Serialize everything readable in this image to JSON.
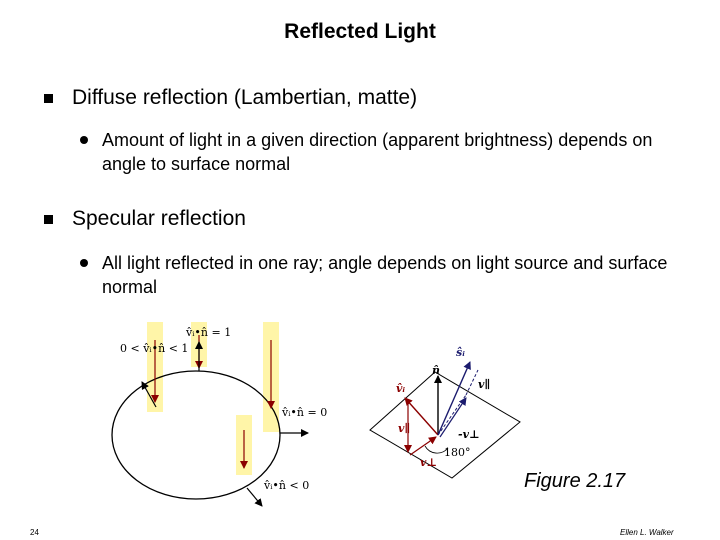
{
  "slide": {
    "title": "Reflected Light",
    "bullets": [
      {
        "text": "Diffuse reflection (Lambertian, matte)",
        "sub": "Amount of light in a given direction (apparent brightness) depends on angle to surface normal"
      },
      {
        "text": "Specular reflection",
        "sub": "All light reflected in one ray; angle depends on light source and surface normal"
      }
    ],
    "figure_caption": "Figure 2.17",
    "page_number": "24",
    "author": "Ellen L. Walker"
  },
  "diagram_left": {
    "label_lt1": "0 < v̂ᵢ•n̂ < 1",
    "label_eq1": "v̂ᵢ•n̂ = 1",
    "label_eq0": "v̂ᵢ•n̂ = 0",
    "label_lt0": "v̂ᵢ•n̂ < 0"
  },
  "diagram_right": {
    "label_si": "ŝᵢ",
    "label_n": "n̂",
    "label_vi": "v̂ᵢ",
    "label_v_parallel": "v∥",
    "label_v_perp_pos": "v⊥",
    "label_v_perp_neg": "-v⊥",
    "label_v_par_low": "v∥",
    "label_angle": "180°"
  },
  "colors": {
    "yellow_band": "#fff5a8",
    "dark_red": "#8b0000",
    "navy": "#1b1b6e"
  }
}
